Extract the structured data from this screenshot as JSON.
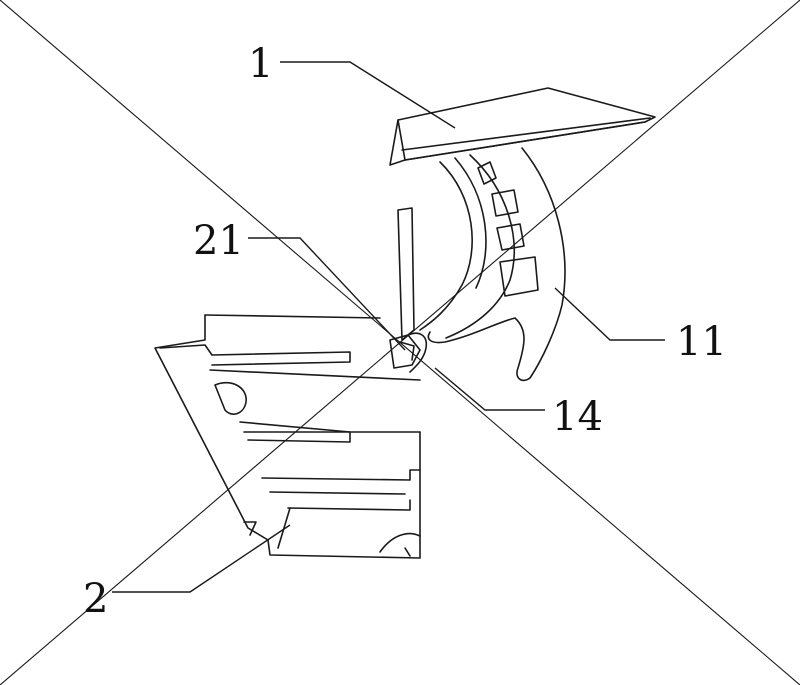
{
  "labels": {
    "part_1": "1",
    "part_11": "11",
    "part_21": "21",
    "part_14": "14",
    "part_2": "2"
  }
}
